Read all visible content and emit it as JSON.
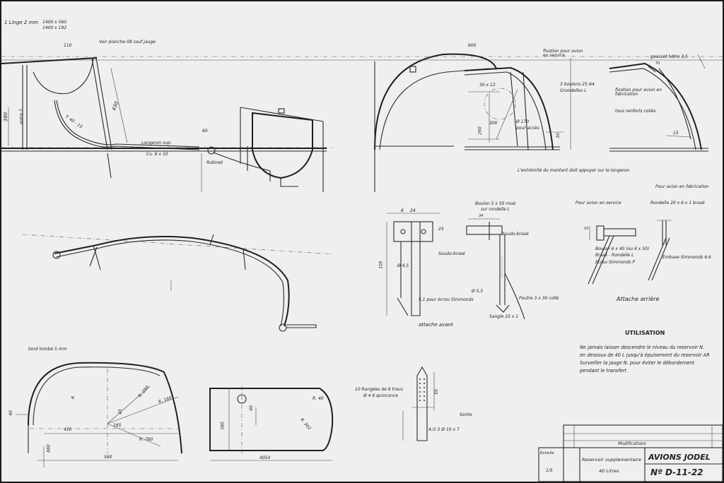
{
  "top_left_notes": {
    "line1": "1 Linge 2 mm",
    "dims1": "1400 x 560",
    "dims2": "1400 x 192",
    "note": "Voir planche 08 sauf jauge"
  },
  "side_view": {
    "longeron": "Longeron sup.",
    "cu": "Cu. 6 x 10",
    "robinet": "Robinet",
    "dim_60": "60",
    "dim_380": "380",
    "dim_430": "430",
    "dim_110": "110",
    "entre2": "entre 2",
    "tube": "T. 40 - 15"
  },
  "top_right_views": {
    "dim_600": "600",
    "fixation_service": "fixation pour avion en service",
    "boulons": "3 boulons 25 A4",
    "rondelles": "Grondelles L",
    "dim_30x12": "30 x 12",
    "dim_170": "Ø 170",
    "pour_acces": "pour accès",
    "dim_300": "300",
    "dim_260": "260",
    "dim_30": "30",
    "note_long": "L'extrémité du montant doit appuyer sur le longeron",
    "gousset": "gousset hêtre 3,5",
    "fixation_fab": "fixation pour avion en fabrication",
    "renforts": "tous renforts collés",
    "dim_15": "15",
    "dim_70": "70"
  },
  "middle_details": {
    "boulon": "Boulon 5 x 50 mod.",
    "rondelle": "sur rondelle L",
    "soude_brase": "Soudo-brasé",
    "soude_brase2": "Soudo-brasé",
    "poutre": "Poutre 3 x 30 collé",
    "sangle": "Sangle 25 x 1",
    "trou": "5,1 pour écrou Simmonds",
    "dim_8": "8",
    "dim_24": "24",
    "dim_25": "25",
    "dim_105": "105",
    "dim_45": "Ø 4,5",
    "dim_55": "Ø 5,5",
    "attache_avant": "attache avant",
    "dim_34": "34"
  },
  "attache_arriere": {
    "avion_service": "Pour avion en service",
    "rondelle_brase": "Rondelle 20 x 6 x 1 brasé",
    "avion_fab": "Pour avion en fabrication",
    "boulon": "Boulon 6 x 40 (ou 6 x 50)",
    "bras_rondelle": "Brasé - Rondelle L",
    "ecrou": "Ecrou Simmonds P",
    "embase": "Embase Simmonds 6.6",
    "title": "Attache arrière",
    "dim_10": "10"
  },
  "utilisation": {
    "title": "UTILISATION",
    "line1": "Ne jamais laisser descendre le niveau du reservoir N.",
    "line2": "en dessous de 40 L jusqu'à épuisement du reservoir AR",
    "line3": "Surveiller la jauge N. pour éviter le débordement",
    "line4": "pendant le transfert"
  },
  "bottom_views": {
    "bord_tombe": "bord tombé 5 mm",
    "dim_410": "410",
    "dim_165": "165",
    "dim_40": "40",
    "dim_660": "660",
    "dim_580": "580",
    "r_250": "R. 250",
    "r_160": "R. 160",
    "r_760": "R. 760",
    "r": "R",
    "dim_380b": "380",
    "dim_40b": "40",
    "r_40": "R. 40",
    "r_302": "R. 302",
    "dim_4054": "4054",
    "rangees": "10 Rangées de 6 trous",
    "quinconce": "Ø 4 6 quinconce",
    "sortie": "Sortie",
    "ag5": "A.G 5 Ø 10 x 7",
    "dim_50": "50",
    "dim_45": "45"
  },
  "title_block": {
    "modifications": "Modifications",
    "echelle": "Echelle",
    "scale": "1/5",
    "title": "Reservoir supplementaire",
    "capacity": "40 Litres",
    "company": "AVIONS JODEL",
    "number": "Nº D-11-22"
  }
}
